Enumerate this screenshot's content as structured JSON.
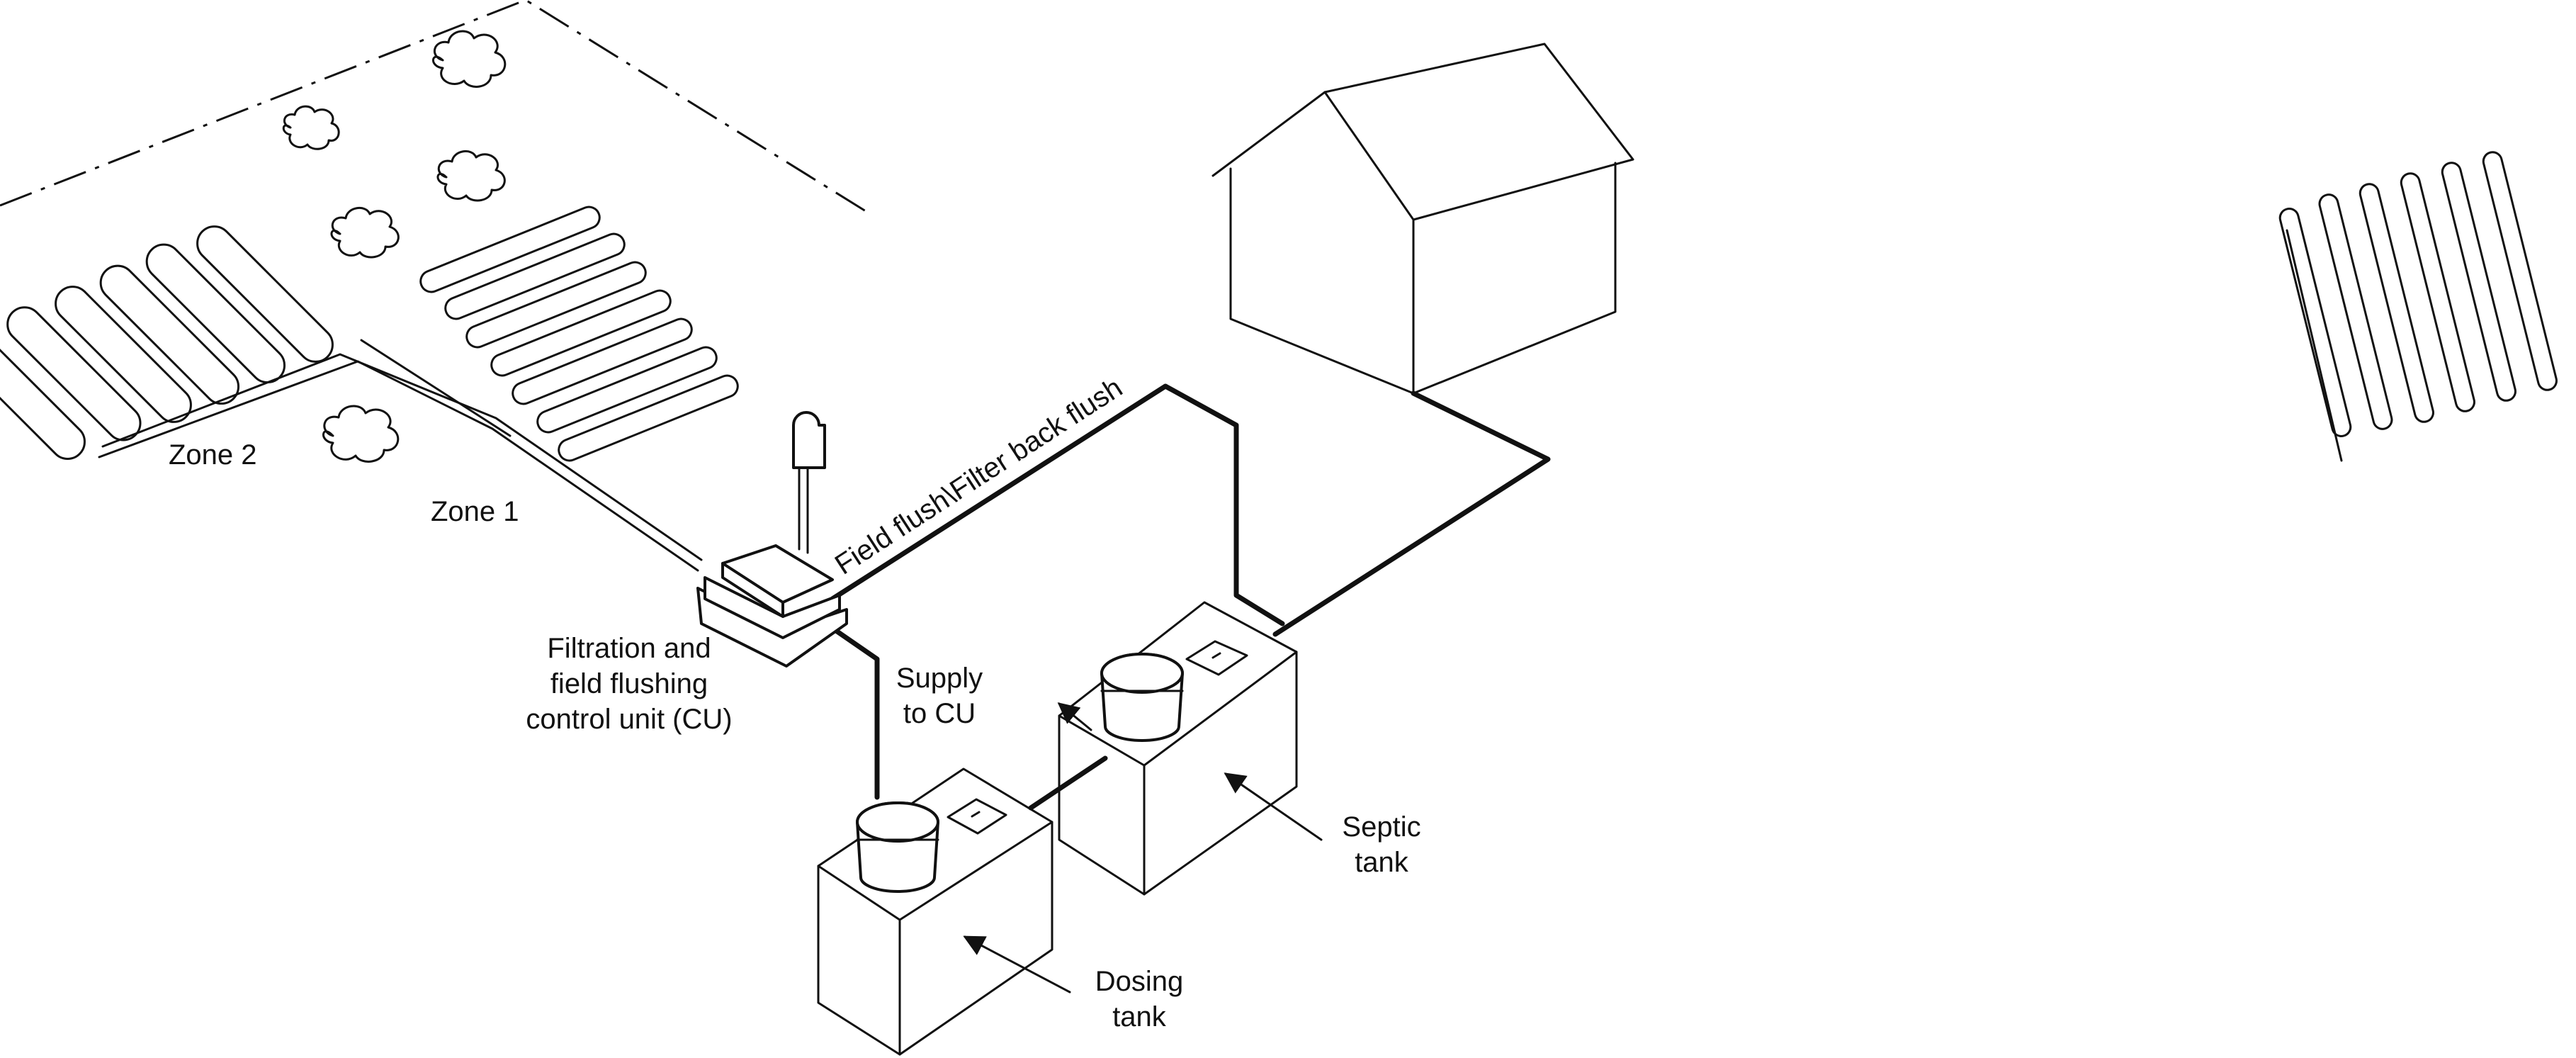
{
  "labels": {
    "zone2": "Zone 2",
    "zone1": "Zone 1",
    "field_flush": "Field flush\\Filter back flush",
    "cu_line1": "Filtration and",
    "cu_line2": "field flushing",
    "cu_line3": "control unit (CU)",
    "supply_line1": "Supply",
    "supply_line2": "to CU",
    "septic_line1": "Septic",
    "septic_line2": "tank",
    "dosing_line1": "Dosing",
    "dosing_line2": "tank"
  }
}
